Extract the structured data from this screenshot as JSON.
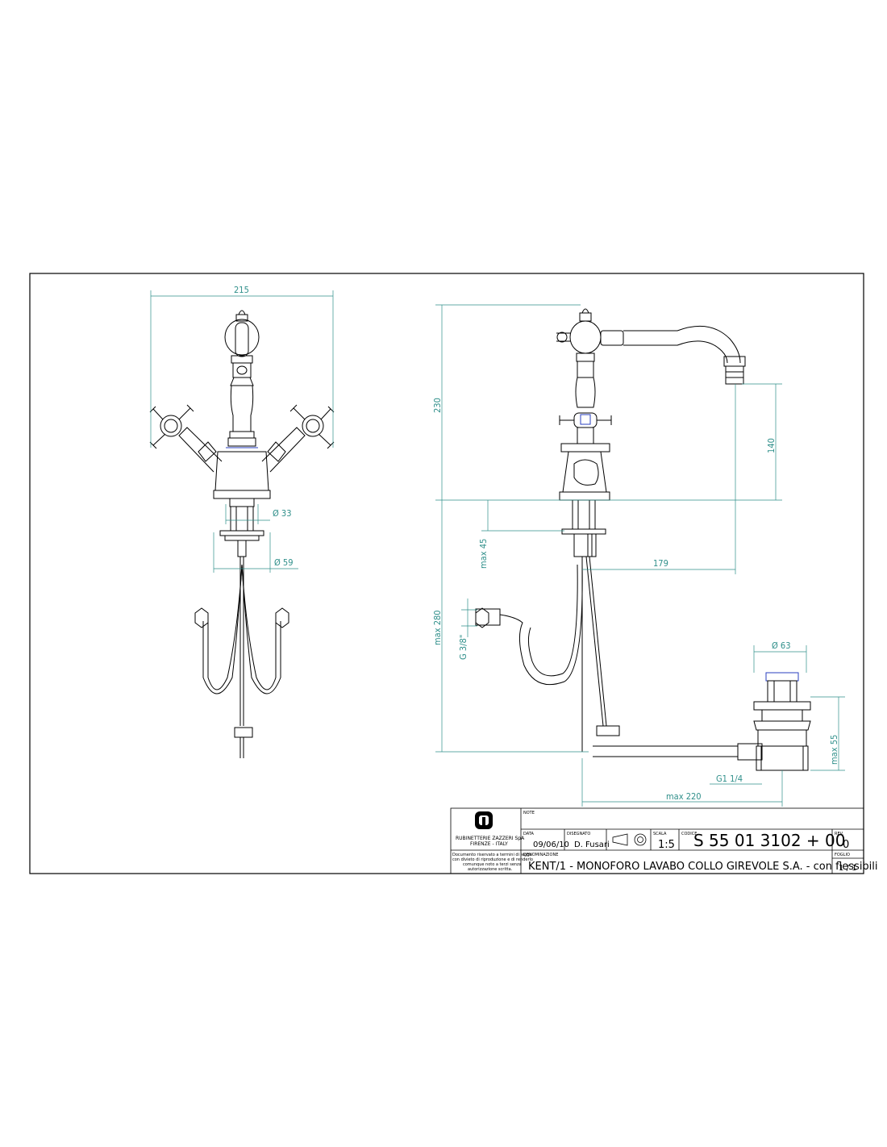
{
  "dimensions": {
    "front_width": "215",
    "front_inlet_dia": "Ø 33",
    "front_plate_dia": "Ø 59",
    "side_height": "230",
    "spout_height": "140",
    "spout_reach": "179",
    "max_thickness": "max 45",
    "max_below": "max 280",
    "inlet_thread": "G 3/8\"",
    "drain_dia": "Ø 63",
    "drain_depth": "max 55",
    "drain_thread": "G1 1/4",
    "drain_offset": "max 220"
  },
  "title_block": {
    "company": "RUBINETTERIE ZAZZERI SpA",
    "city": "FIRENZE - ITALY",
    "notice_lines": [
      "Documento riservato a termini di legge",
      "con divieto di riproduzione e di renderlo",
      "comunque noto a terzi senza",
      "autorizzazione scritta."
    ],
    "note_label": "NOTE",
    "date_label": "DATA",
    "date": "09/06/10",
    "drawn_label": "DISEGNATO",
    "drawn_by": "D. Fusari",
    "scale_label": "SCALA",
    "scale": "1:5",
    "code_label": "CODICE",
    "code": "S 55 01 3102 + 00",
    "rev_label": "REV.",
    "rev": "0",
    "denomination_label": "DENOMINAZIONE",
    "title": "KENT/1 - MONOFORO LAVABO COLLO GIREVOLE S.A. - con flessibili",
    "sheet_label": "FOGLIO",
    "sheet": "1 / 1"
  },
  "colors": {
    "line": "#000000",
    "dimension": "#2f8f8a",
    "accent": "#2a3fbf"
  }
}
